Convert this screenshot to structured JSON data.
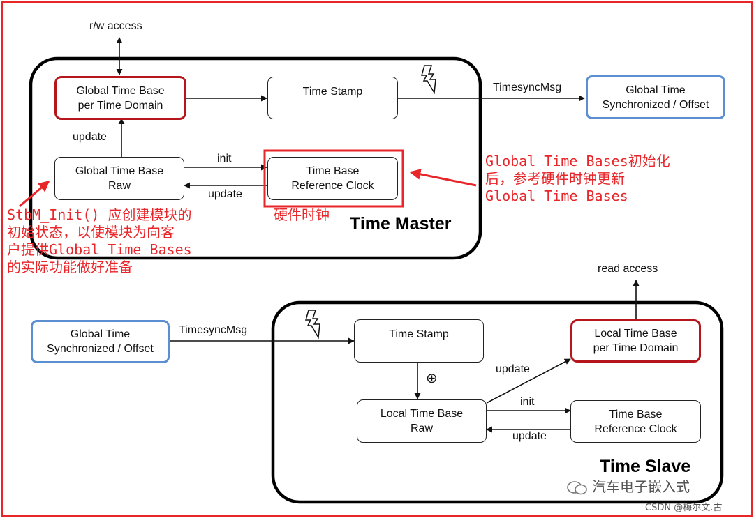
{
  "colors": {
    "frame": "#e8262a",
    "annotation": "#e8262a",
    "red_box": "#b4161b",
    "blue_box": "#5b8fd2",
    "line": "#111111"
  },
  "master": {
    "top_access": "r/w access",
    "global_time_base": "Global Time Base\nper Time Domain",
    "time_stamp": "Time Stamp",
    "global_time_base_raw": "Global Time Base\nRaw",
    "time_base_ref_clock": "Time Base\nReference Clock",
    "update_up": "update",
    "init": "init",
    "update_back": "update",
    "msg": "TimesyncMsg",
    "sync_output": "Global Time\nSynchronized / Offset",
    "title": "Time Master",
    "lightning_icon": "lightning-icon"
  },
  "slave": {
    "sync_input": "Global Time\nSynchronized / Offset",
    "msg": "TimesyncMsg",
    "time_stamp": "Time Stamp",
    "plus_symbol": "⊕",
    "local_time_base_raw": "Local Time Base\nRaw",
    "local_time_base": "Local Time Base\nper Time Domain",
    "read_access": "read access",
    "update_up": "update",
    "init": "init",
    "update_back": "update",
    "time_base_ref_clock": "Time Base\nReference Clock",
    "title": "Time Slave",
    "lightning_icon": "lightning-icon"
  },
  "annotations": {
    "stbm_init": "StbM_Init() 应创建模块的\n初始状态，以使模块为向客\n户提供Global Time Bases\n的实际功能做好准备",
    "hardware_clock": "硬件时钟",
    "global_init": "Global Time Bases初始化\n后，参考硬件时钟更新\nGlobal Time Bases"
  },
  "watermark": {
    "brand": "汽车电子嵌入式",
    "credit": "CSDN @梅尔文.古"
  }
}
